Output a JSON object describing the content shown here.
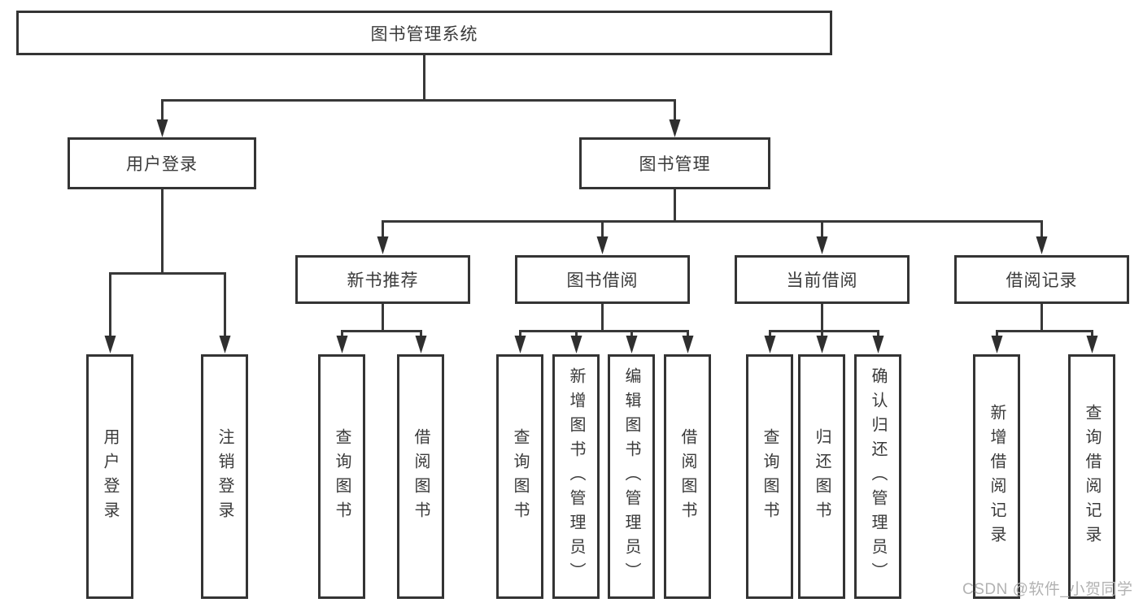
{
  "watermark": "CSDN @软件_小贺同学",
  "colors": {
    "line": "#383838",
    "node_border": "#343434",
    "node_text": "#3a3a3a",
    "watermark_text": "#b2b2b2",
    "background": "#ffffff"
  },
  "tree": {
    "label": "图书管理系统",
    "children": [
      {
        "label": "用户登录",
        "children": [
          {
            "label": "用户登录"
          },
          {
            "label": "注销登录"
          }
        ]
      },
      {
        "label": "图书管理",
        "children": [
          {
            "label": "新书推荐",
            "children": [
              {
                "label": "查询图书"
              },
              {
                "label": "借阅图书"
              }
            ]
          },
          {
            "label": "图书借阅",
            "children": [
              {
                "label": "查询图书"
              },
              {
                "label": "新增图书（管理员）"
              },
              {
                "label": "编辑图书（管理员）"
              },
              {
                "label": "借阅图书"
              }
            ]
          },
          {
            "label": "当前借阅",
            "children": [
              {
                "label": "查询图书"
              },
              {
                "label": "归还图书"
              },
              {
                "label": "确认归还（管理员）"
              }
            ]
          },
          {
            "label": "借阅记录",
            "children": [
              {
                "label": "新增借阅记录"
              },
              {
                "label": "查询借阅记录"
              }
            ]
          }
        ]
      }
    ]
  }
}
